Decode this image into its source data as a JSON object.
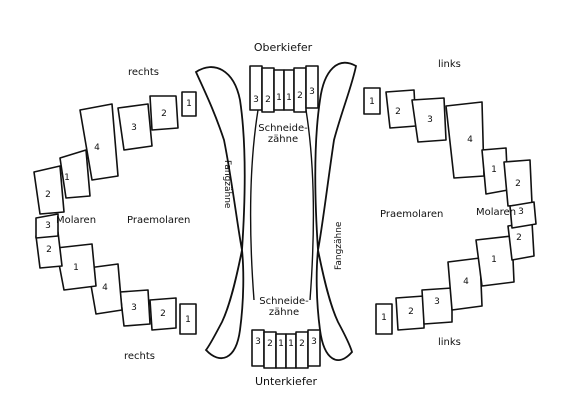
{
  "labels": {
    "upper_jaw": "Oberkiefer",
    "lower_jaw": "Unterkiefer",
    "right_top": "rechts",
    "right_bottom": "rechts",
    "left_top": "links",
    "left_bottom": "links",
    "molars_left_side": "Molaren",
    "molars_right_side": "Molaren",
    "premolars_left_side": "Praemolaren",
    "premolars_right_side": "Praemolaren",
    "canines_left_side": "Fangzähne",
    "canines_right_side": "Fangzähne",
    "incisors_top": "Schneide-\nzähne",
    "incisors_bottom": "Schneide-\nzähne"
  },
  "tooth_numbers": {
    "upper_right": [
      "1",
      "2",
      "3",
      "4",
      "1",
      "2"
    ],
    "lower_right": [
      "1",
      "2",
      "3",
      "4",
      "1",
      "2",
      "3"
    ],
    "upper_left": [
      "1",
      "2",
      "3",
      "4",
      "1",
      "2"
    ],
    "lower_left": [
      "1",
      "2",
      "3",
      "4",
      "1",
      "2",
      "3"
    ],
    "upper_incisors": [
      "3",
      "2",
      "1",
      "1",
      "2",
      "3"
    ],
    "lower_incisors": [
      "3",
      "2",
      "1",
      "1",
      "2",
      "3"
    ]
  }
}
